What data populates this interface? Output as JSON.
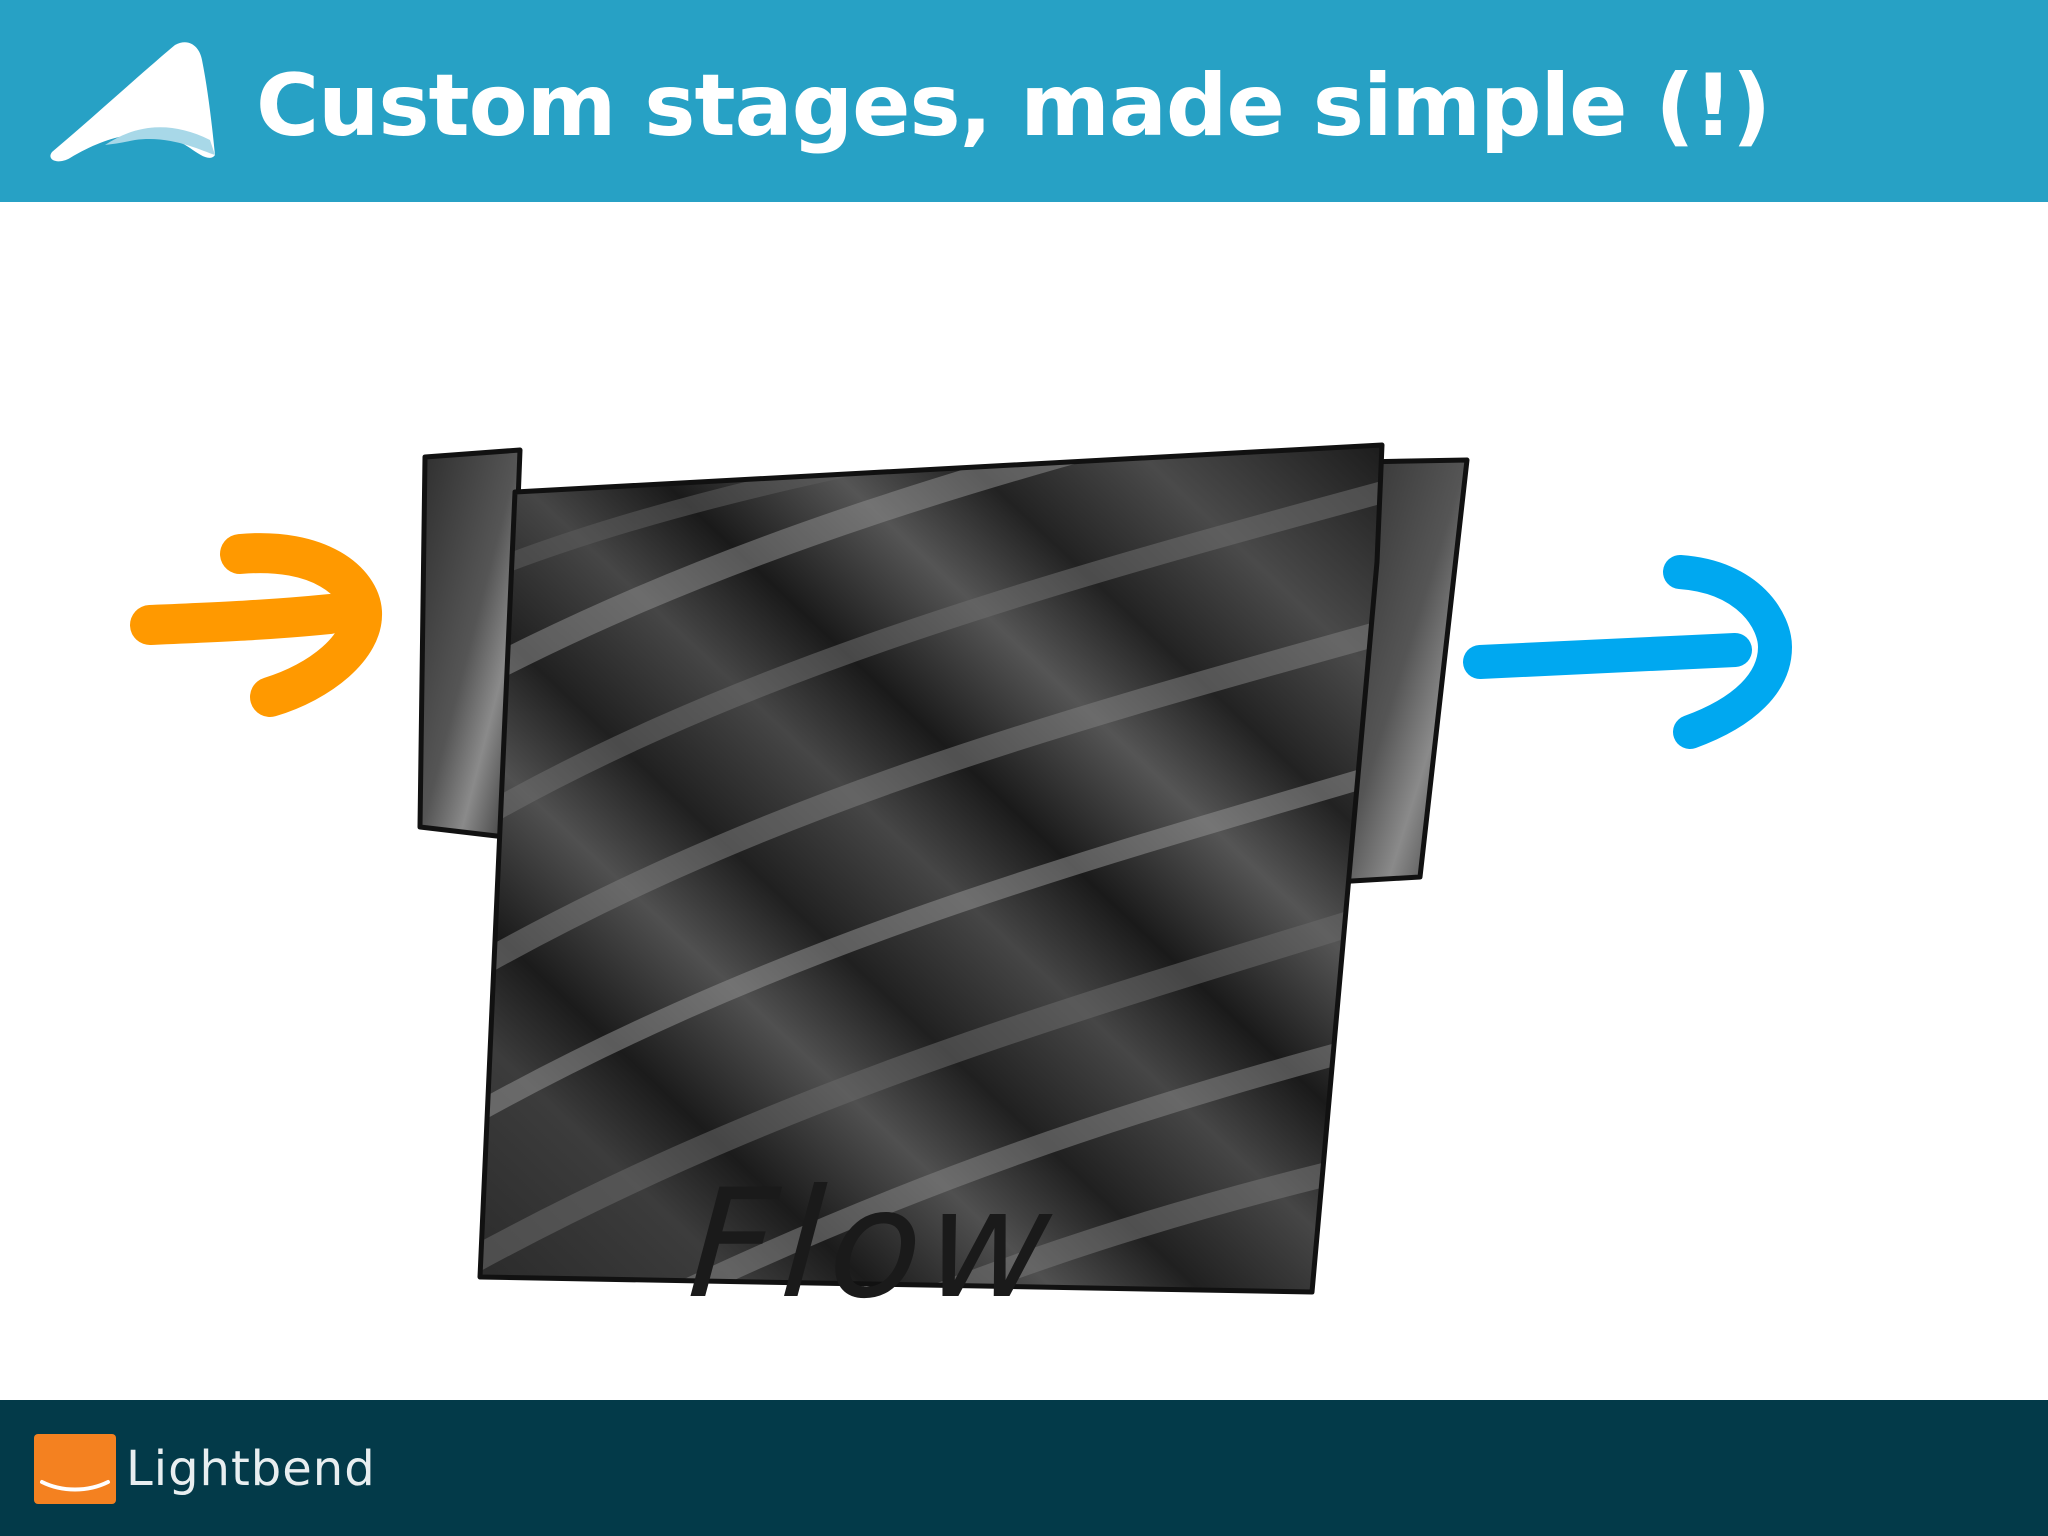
{
  "header": {
    "title": "Custom stages, made simple (!)",
    "logo_icon": "akka-logo-icon",
    "background_color": "#27a1c5"
  },
  "diagram": {
    "label": "Flow",
    "input_arrow_color": "#ff9900",
    "output_arrow_color": "#00a8f0",
    "box_fill": "dark-textured"
  },
  "footer": {
    "brand": "Lightbend",
    "logo_icon": "lightbend-logo-icon",
    "background_color": "#033a49",
    "logo_color": "#f48120"
  }
}
